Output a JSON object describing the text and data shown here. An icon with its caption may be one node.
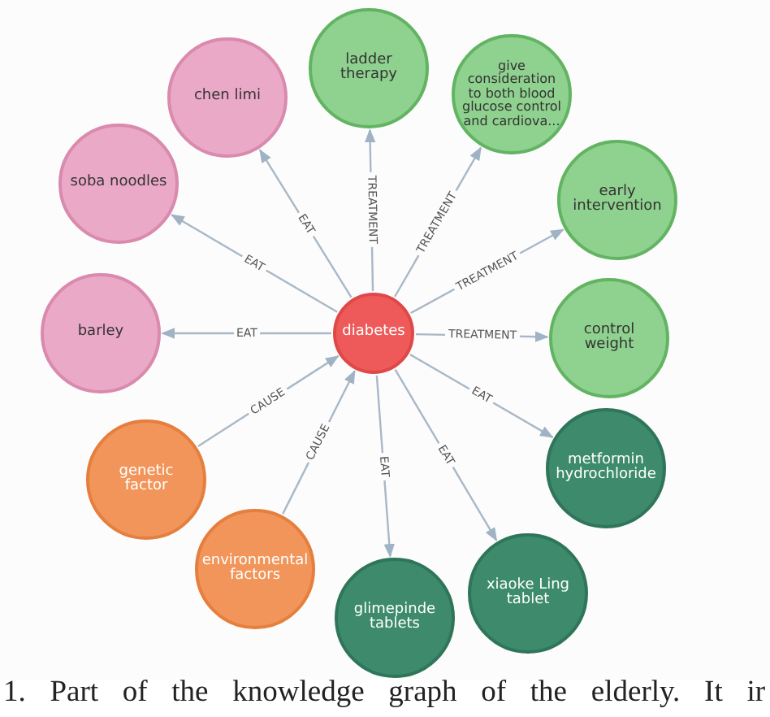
{
  "diagram": {
    "caption": "1. Part of the knowledge graph of the elderly. It ir",
    "nodes": [
      {
        "text": [
          "diabetes"
        ]
      },
      {
        "text": [
          "chen limi"
        ]
      },
      {
        "text": [
          "ladder therapy"
        ]
      },
      {
        "text": [
          "give consideration to both blood glucose control and cardiova..."
        ]
      },
      {
        "text": [
          "soba noodles"
        ]
      },
      {
        "text": [
          "early intervention"
        ]
      },
      {
        "text": [
          "barley"
        ]
      },
      {
        "text": [
          "control weight"
        ]
      },
      {
        "text": [
          "genetic factor"
        ]
      },
      {
        "text": [
          "metformin hydrochloride"
        ]
      },
      {
        "text": [
          "environmental factors"
        ]
      },
      {
        "text": [
          "glimepinde tablets"
        ]
      },
      {
        "text": [
          "xiaoke Ling tablet"
        ]
      }
    ],
    "edges": [
      {
        "from": 0,
        "to": 1,
        "arrow": "to",
        "label": "EAT"
      },
      {
        "from": 0,
        "to": 2,
        "arrow": "to",
        "label": "TREATMENT"
      },
      {
        "from": 0,
        "to": 3,
        "arrow": "to",
        "label": "TREATMENT"
      },
      {
        "from": 0,
        "to": 4,
        "arrow": "to",
        "label": "EAT"
      },
      {
        "from": 0,
        "to": 5,
        "arrow": "to",
        "label": "TREATMENT"
      },
      {
        "from": 0,
        "to": 6,
        "arrow": "to",
        "label": "EAT"
      },
      {
        "from": 0,
        "to": 7,
        "arrow": "to",
        "label": "TREATMENT"
      },
      {
        "from": 8,
        "to": 0,
        "arrow": "to",
        "label": "CAUSE"
      },
      {
        "from": 0,
        "to": 9,
        "arrow": "to",
        "label": "EAT"
      },
      {
        "from": 10,
        "to": 0,
        "arrow": "to",
        "label": "CAUSE"
      },
      {
        "from": 0,
        "to": 11,
        "arrow": "to",
        "label": "EAT"
      },
      {
        "from": 0,
        "to": 12,
        "arrow": "to",
        "label": "EAT"
      }
    ]
  }
}
